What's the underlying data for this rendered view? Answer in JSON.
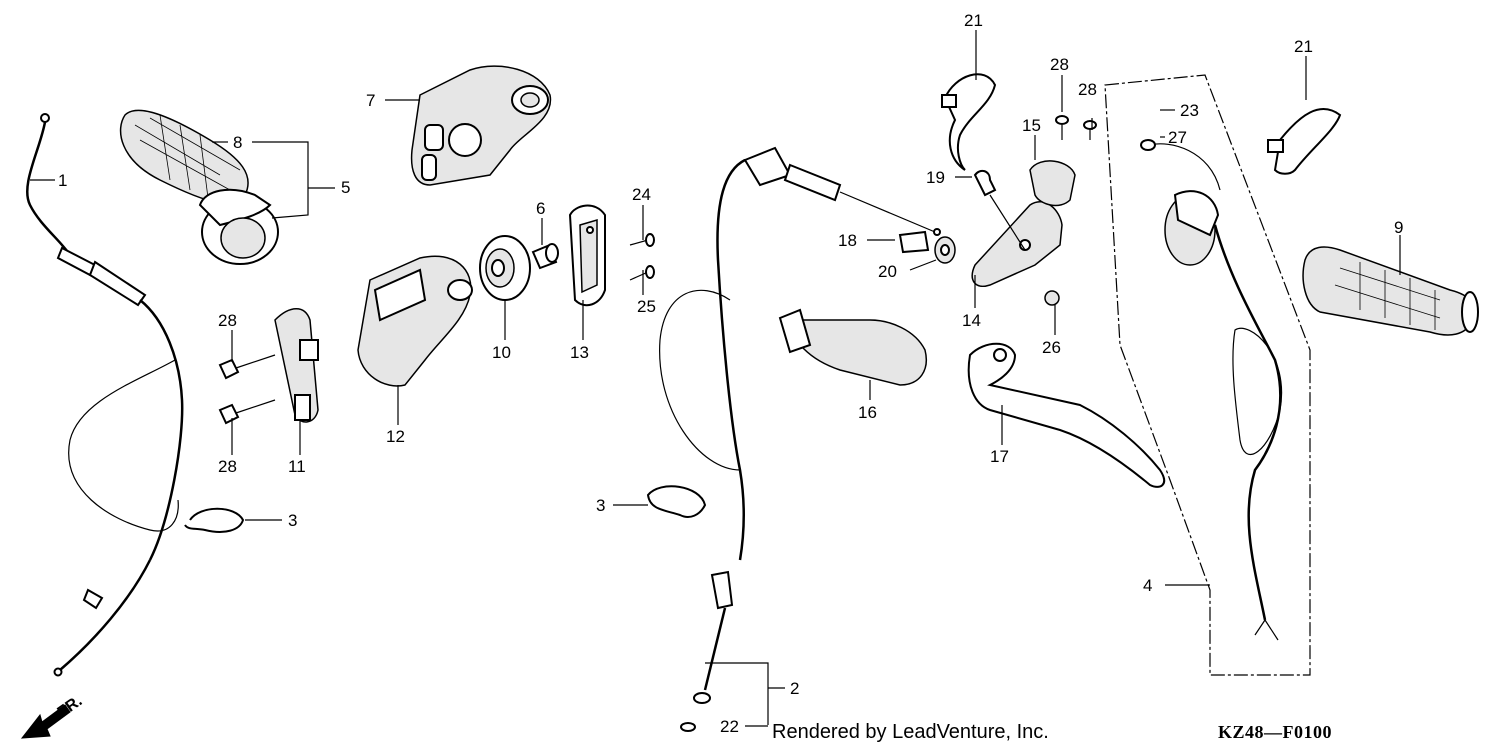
{
  "diagram": {
    "callouts": [
      "1",
      "2",
      "3",
      "3",
      "4",
      "5",
      "6",
      "7",
      "8",
      "9",
      "10",
      "11",
      "12",
      "13",
      "14",
      "15",
      "16",
      "17",
      "18",
      "19",
      "20",
      "21",
      "21",
      "22",
      "23",
      "24",
      "25",
      "26",
      "27",
      "28",
      "28",
      "28",
      "28"
    ],
    "credit": "Rendered by LeadVenture, Inc.",
    "diagram_code": "KZ48—F0100",
    "direction_label": "FR."
  }
}
